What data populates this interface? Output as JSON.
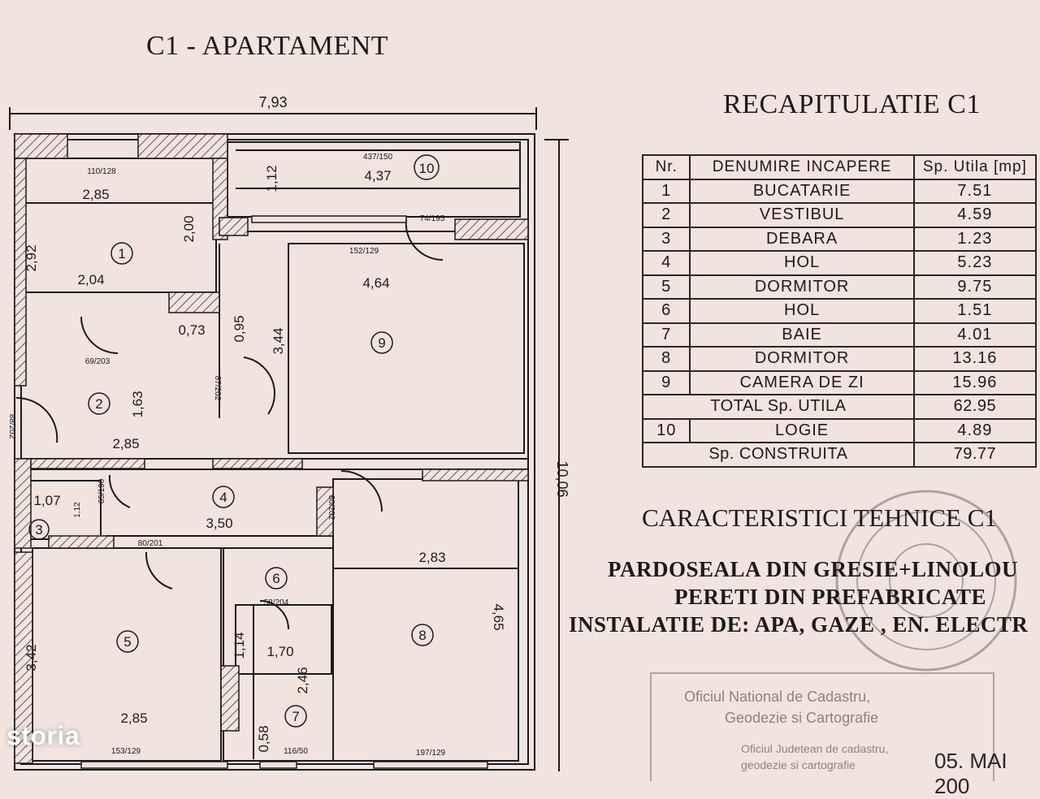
{
  "plan_title": "C1 - APARTAMENT",
  "recap_title": "RECAPITULATIE C1",
  "dimensions": {
    "total_width": "7,93",
    "total_height": "10,06"
  },
  "rooms": {
    "r1": {
      "number": "1",
      "w": "2,85",
      "h": "2,00",
      "w2": "2,04",
      "h2": "2,92",
      "door": "110/128"
    },
    "r2": {
      "number": "2",
      "w": "2,85",
      "h": "1,63",
      "door_a": "69/203",
      "door_b": "88/202"
    },
    "r3": {
      "number": "3",
      "w": "1,07",
      "h": "1,12",
      "door": "65/190"
    },
    "r4": {
      "number": "4",
      "w": "3,50",
      "door": "80/201"
    },
    "r5": {
      "number": "5",
      "w": "2,85",
      "h": "3,42",
      "win": "153/129"
    },
    "r6": {
      "number": "6",
      "door": "58/204"
    },
    "r7": {
      "number": "7",
      "w": "1,70",
      "h": "2,46",
      "h_small": "1,14",
      "h2": "0,58",
      "win": "116/50"
    },
    "r8": {
      "number": "8",
      "w": "2,83",
      "h": "4,65",
      "win": "197/129",
      "door": "80/202"
    },
    "r9": {
      "number": "9",
      "w": "4,64",
      "h": "3,44",
      "win": "152/129",
      "door": "87/202"
    },
    "r10": {
      "number": "10",
      "w": "4,37",
      "h": "1,12",
      "win": "437/150",
      "door": "74/195"
    },
    "misc": {
      "w_small": "0,73",
      "h_small": "0,95"
    }
  },
  "table": {
    "headers": [
      "Nr.",
      "DENUMIRE INCAPERE",
      "Sp. Utila [mp]"
    ],
    "rows": [
      [
        "1",
        "BUCATARIE",
        "7.51"
      ],
      [
        "2",
        "VESTIBUL",
        "4.59"
      ],
      [
        "3",
        "DEBARA",
        "1.23"
      ],
      [
        "4",
        "HOL",
        "5.23"
      ],
      [
        "5",
        "DORMITOR",
        "9.75"
      ],
      [
        "6",
        "HOL",
        "1.51"
      ],
      [
        "7",
        "BAIE",
        "4.01"
      ],
      [
        "8",
        "DORMITOR",
        "13.16"
      ],
      [
        "9",
        "CAMERA DE ZI",
        "15.96"
      ]
    ],
    "total_label": "TOTAL Sp. UTILA",
    "total_value": "62.95",
    "extra_row": [
      "10",
      "LOGIE",
      "4.89"
    ],
    "built_label": "Sp. CONSTRUITA",
    "built_value": "79.77"
  },
  "tech": {
    "title": "CARACTERISTICI TEHNICE C1",
    "lines": [
      "PARDOSEALA DIN GRESIE+LINOLOU",
      "PERETI DIN PREFABRICATE",
      "INSTALATIE DE: APA, GAZE , EN. ELECTR"
    ]
  },
  "office_stamp": {
    "line1": "Oficiul National de Cadastru,",
    "line2": "Geodezie si Cartografie",
    "line3": "Oficiul Judetean de cadastru,",
    "line4": "geodezie si cartografie"
  },
  "date_stamp": "05. MAI 200",
  "watermark": "storia"
}
